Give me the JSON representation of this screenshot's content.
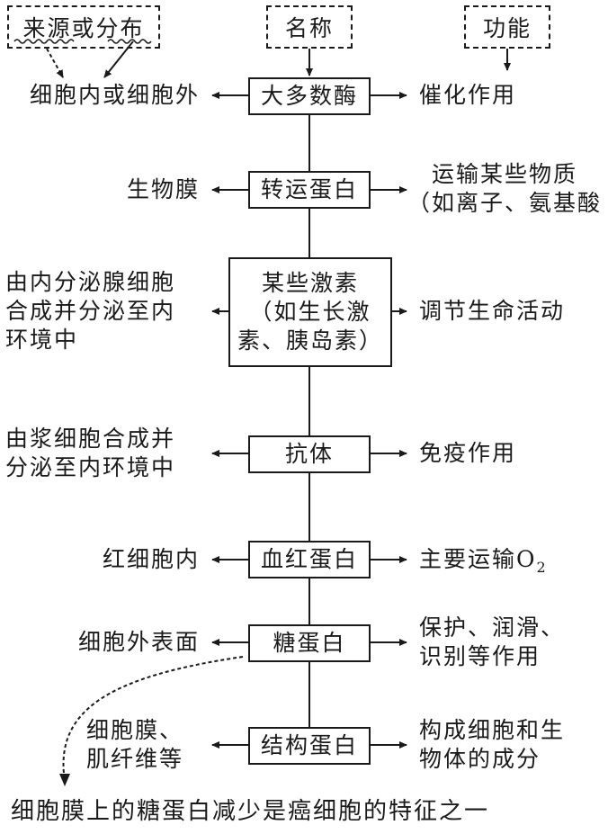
{
  "headers": {
    "source": "来源或分布",
    "name": "名称",
    "function": "功能"
  },
  "rows": [
    {
      "name": "大多数酶",
      "source": "细胞内或细胞外",
      "function": "催化作用"
    },
    {
      "name": "转运蛋白",
      "source": "生物膜",
      "function": "运输某些物质\n（如离子、氨基酸"
    },
    {
      "name": "某些激素\n（如生长激\n素、胰岛素）",
      "source": "由内分泌腺细胞\n合成并分泌至内\n环境中",
      "function": "调节生命活动"
    },
    {
      "name": "抗体",
      "source": "由浆细胞合成并\n分泌至内环境中",
      "function": "免疫作用"
    },
    {
      "name": "血红蛋白",
      "source": "红细胞内",
      "function_main": "主要运输O",
      "function_sub": "2"
    },
    {
      "name": "糖蛋白",
      "source": "细胞外表面",
      "function": "保护、润滑、\n识别等作用"
    },
    {
      "name": "结构蛋白",
      "source": "细胞膜、\n肌纤维等",
      "function": "构成细胞和生\n物体的成分"
    }
  ],
  "note": "细胞膜上的糖蛋白减少是癌细胞的特征之一"
}
